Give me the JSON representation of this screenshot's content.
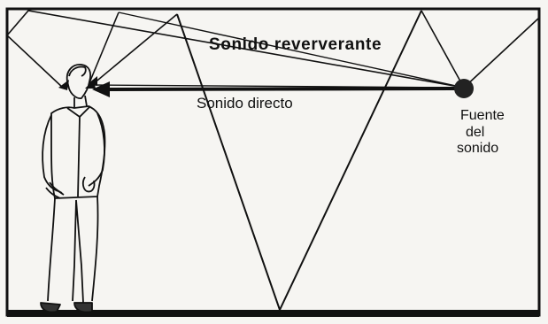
{
  "labels": {
    "reverberant": "Sonido reververante",
    "direct": "Sonido directo",
    "source_line1": "Fuente",
    "source_line2": "del",
    "source_line3": "sonido"
  },
  "colors": {
    "ink": "#111111",
    "paper": "#f6f5f2"
  }
}
